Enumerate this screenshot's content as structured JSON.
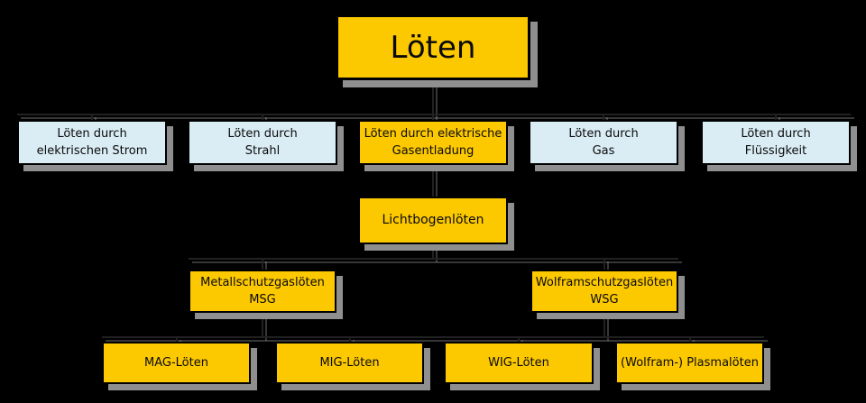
{
  "diagram_title": "Löten",
  "colors": {
    "background": "#000000",
    "box_yellow": "#fcc800",
    "box_blue": "#daedf4",
    "border": "#000000",
    "shadow": "#8f8f8f",
    "connector": "#212121",
    "text": "#0a0a0a"
  },
  "root": {
    "label": "Löten"
  },
  "level2": [
    {
      "lines": [
        "Löten durch",
        "elektrischen Strom"
      ],
      "style": "blue"
    },
    {
      "lines": [
        "Löten durch",
        "Strahl"
      ],
      "style": "blue"
    },
    {
      "lines": [
        "Löten durch elektrische",
        "Gasentladung"
      ],
      "style": "yellow"
    },
    {
      "lines": [
        "Löten durch",
        "Gas"
      ],
      "style": "blue"
    },
    {
      "lines": [
        "Löten durch",
        "Flüssigkeit"
      ],
      "style": "blue"
    }
  ],
  "level3": {
    "label": "Lichtbogenlöten"
  },
  "level4": [
    {
      "lines": [
        "Metallschutzgaslöten",
        "MSG"
      ]
    },
    {
      "lines": [
        "Wolframschutzgaslöten",
        "WSG"
      ]
    }
  ],
  "level5": [
    {
      "label": "MAG-Löten"
    },
    {
      "label": "MIG-Löten"
    },
    {
      "label": "WIG-Löten"
    },
    {
      "label": "(Wolfram-) Plasmalöten"
    }
  ]
}
